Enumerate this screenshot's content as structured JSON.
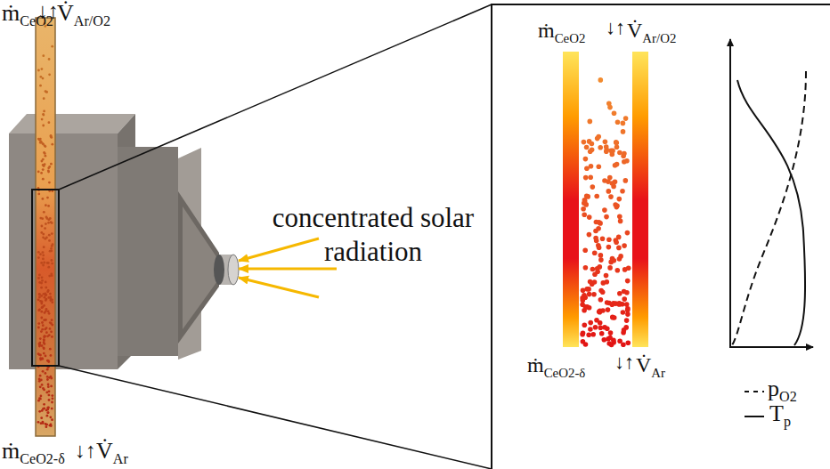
{
  "diagram": {
    "labels": [
      "ṁCeO2",
      "↓↑",
      "V̇Ar/O2",
      "concentrated solar radiation",
      "ṁCeO2-δ",
      "↓↑",
      "V̇Ar",
      "ṁCeO2",
      "↓↑",
      "V̇Ar/O2",
      "ṁCeO2-δ",
      "↓↑",
      "V̇Ar"
    ],
    "legend": [
      {
        "text": "pO2"
      },
      {
        "text": "Tp"
      }
    ]
  }
}
